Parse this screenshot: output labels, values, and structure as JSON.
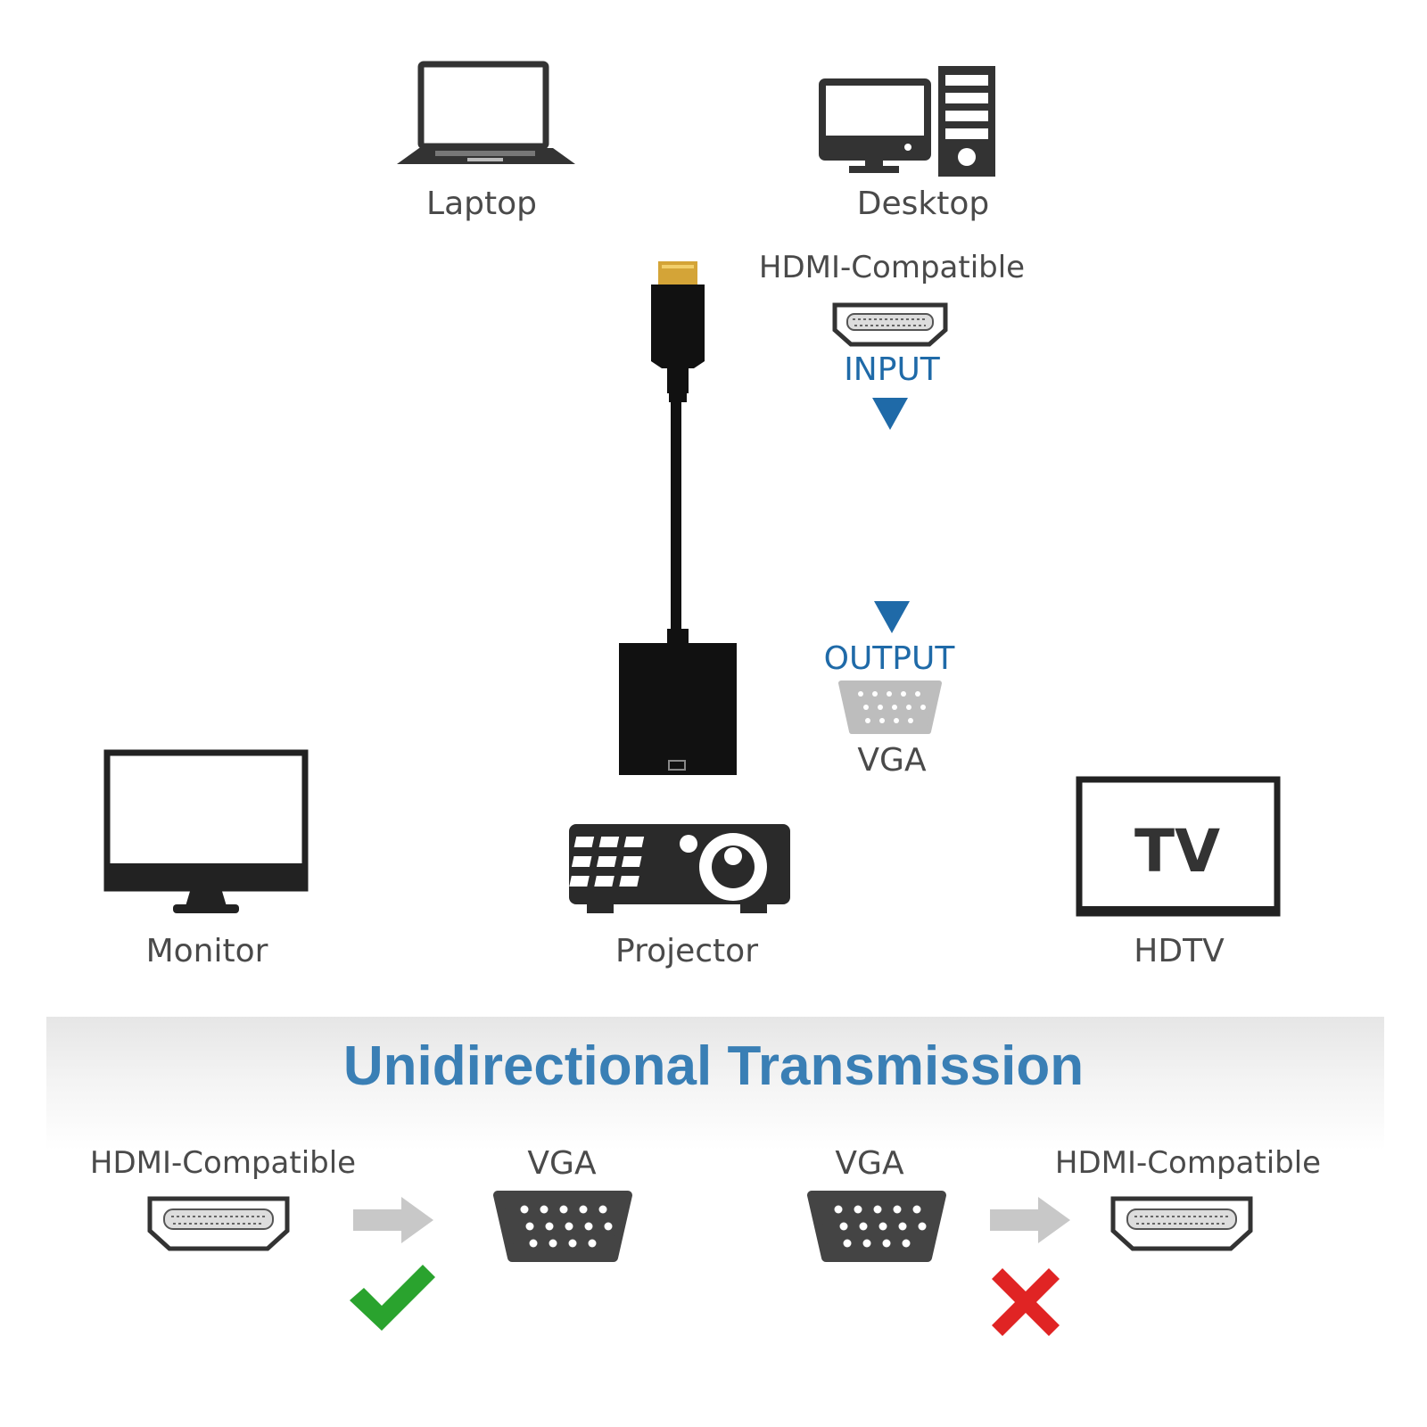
{
  "devices": {
    "laptop": "Laptop",
    "desktop": "Desktop",
    "monitor": "Monitor",
    "projector": "Projector",
    "hdtv": "HDTV",
    "tv_screen_text": "TV"
  },
  "adapter": {
    "input_port_label": "HDMI-Compatible",
    "input_label": "INPUT",
    "output_label": "OUTPUT",
    "output_port_label": "VGA"
  },
  "transmission": {
    "title": "Unidirectional Transmission",
    "supported": {
      "from": "HDMI-Compatible",
      "to": "VGA",
      "status_icon": "check-icon"
    },
    "unsupported": {
      "from": "VGA",
      "to": "HDMI-Compatible",
      "status_icon": "cross-icon"
    }
  },
  "colors": {
    "accent_blue": "#1f6aa8",
    "title_blue": "#3a7fb5",
    "check_green": "#2aa32e",
    "cross_red": "#e02424",
    "connector_gold": "#d4a437",
    "arrow_gray": "#c8c8c8"
  }
}
